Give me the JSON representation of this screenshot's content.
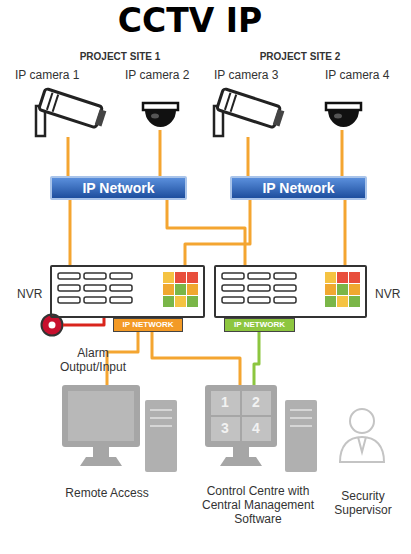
{
  "diagram": {
    "title": "CCTV IP",
    "nodes": [
      {
        "text": [
          "IP camera 1"
        ]
      },
      {
        "text": [
          "IP camera 2"
        ]
      },
      {
        "text": [
          "IP camera 3"
        ]
      },
      {
        "text": [
          "IP camera 4"
        ]
      },
      {
        "text": [
          "IP Network"
        ]
      },
      {
        "text": [
          "IP Network"
        ]
      },
      {
        "text": [
          "NVR"
        ]
      },
      {
        "text": [
          "IP NETWORK"
        ]
      },
      {
        "text": [
          "NVR"
        ]
      },
      {
        "text": [
          "IP NETWORK"
        ]
      },
      {
        "text": [
          "Alarm Output/Input"
        ]
      },
      {
        "text": [
          "Remote Access"
        ]
      },
      {
        "text": [
          "Control Centre with Central Management Software"
        ]
      },
      {
        "text": [
          "Security Supervisor"
        ]
      }
    ],
    "edges": [
      {
        "from": 0,
        "to": 4,
        "arrow": "none"
      },
      {
        "from": 1,
        "to": 4,
        "arrow": "none"
      },
      {
        "from": 2,
        "to": 5,
        "arrow": "none"
      },
      {
        "from": 3,
        "to": 5,
        "arrow": "none"
      },
      {
        "from": 4,
        "to": 6,
        "arrow": "none"
      },
      {
        "from": 4,
        "to": 8,
        "arrow": "none"
      },
      {
        "from": 5,
        "to": 6,
        "arrow": "none"
      },
      {
        "from": 5,
        "to": 8,
        "arrow": "none"
      },
      {
        "from": 7,
        "to": 11,
        "arrow": "none"
      },
      {
        "from": 7,
        "to": 12,
        "arrow": "none"
      },
      {
        "from": 9,
        "to": 12,
        "arrow": "none"
      },
      {
        "from": 10,
        "to": 6,
        "arrow": "none"
      }
    ],
    "labels": [
      "PROJECT SITE 1",
      "PROJECT SITE 2",
      "1",
      "2",
      "3",
      "4"
    ]
  }
}
